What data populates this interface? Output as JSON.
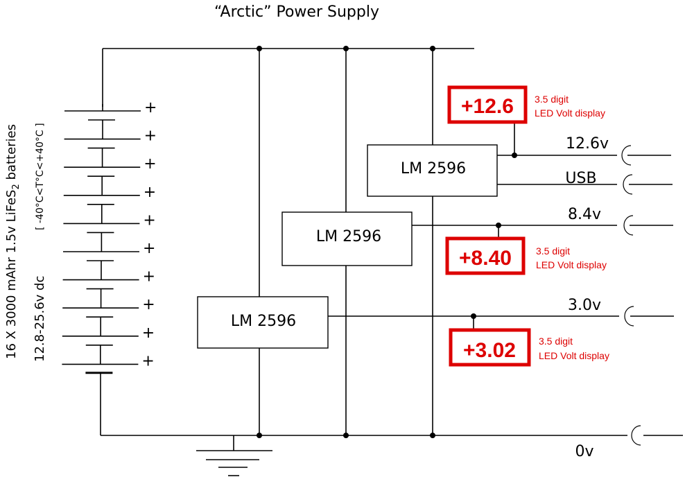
{
  "title": "“Arctic” Power Supply",
  "battery": {
    "label_line1": "16 X 3000 mAhr  1.5v LiFeS",
    "label_line1_sub": "2",
    "label_line1_end": " batteries",
    "label_line2": "12.8-25.6v dc",
    "temp_range": "[ -40°C<T°C<+40°C ]",
    "cell_count_drawn": 10,
    "plus_symbol": "+"
  },
  "regulators": [
    {
      "id": "reg-top",
      "label": "LM 2596"
    },
    {
      "id": "reg-middle",
      "label": "LM 2596"
    },
    {
      "id": "reg-bottom",
      "label": "LM 2596"
    }
  ],
  "outputs": [
    {
      "id": "out-12v6",
      "label": "12.6v"
    },
    {
      "id": "out-usb",
      "label": "USB"
    },
    {
      "id": "out-8v4",
      "label": "8.4v"
    },
    {
      "id": "out-3v0",
      "label": "3.0v"
    },
    {
      "id": "out-0v",
      "label": "0v"
    }
  ],
  "displays": [
    {
      "id": "disp-12",
      "value": "+12.6",
      "caption1": "3.5 digit",
      "caption2": "LED Volt display"
    },
    {
      "id": "disp-8",
      "value": "+8.40",
      "caption1": "3.5 digit",
      "caption2": "LED Volt display"
    },
    {
      "id": "disp-3",
      "value": "+3.02",
      "caption1": "3.5 digit",
      "caption2": "LED Volt display"
    }
  ],
  "colors": {
    "display_red": "#dd0000",
    "wire": "#000000"
  }
}
